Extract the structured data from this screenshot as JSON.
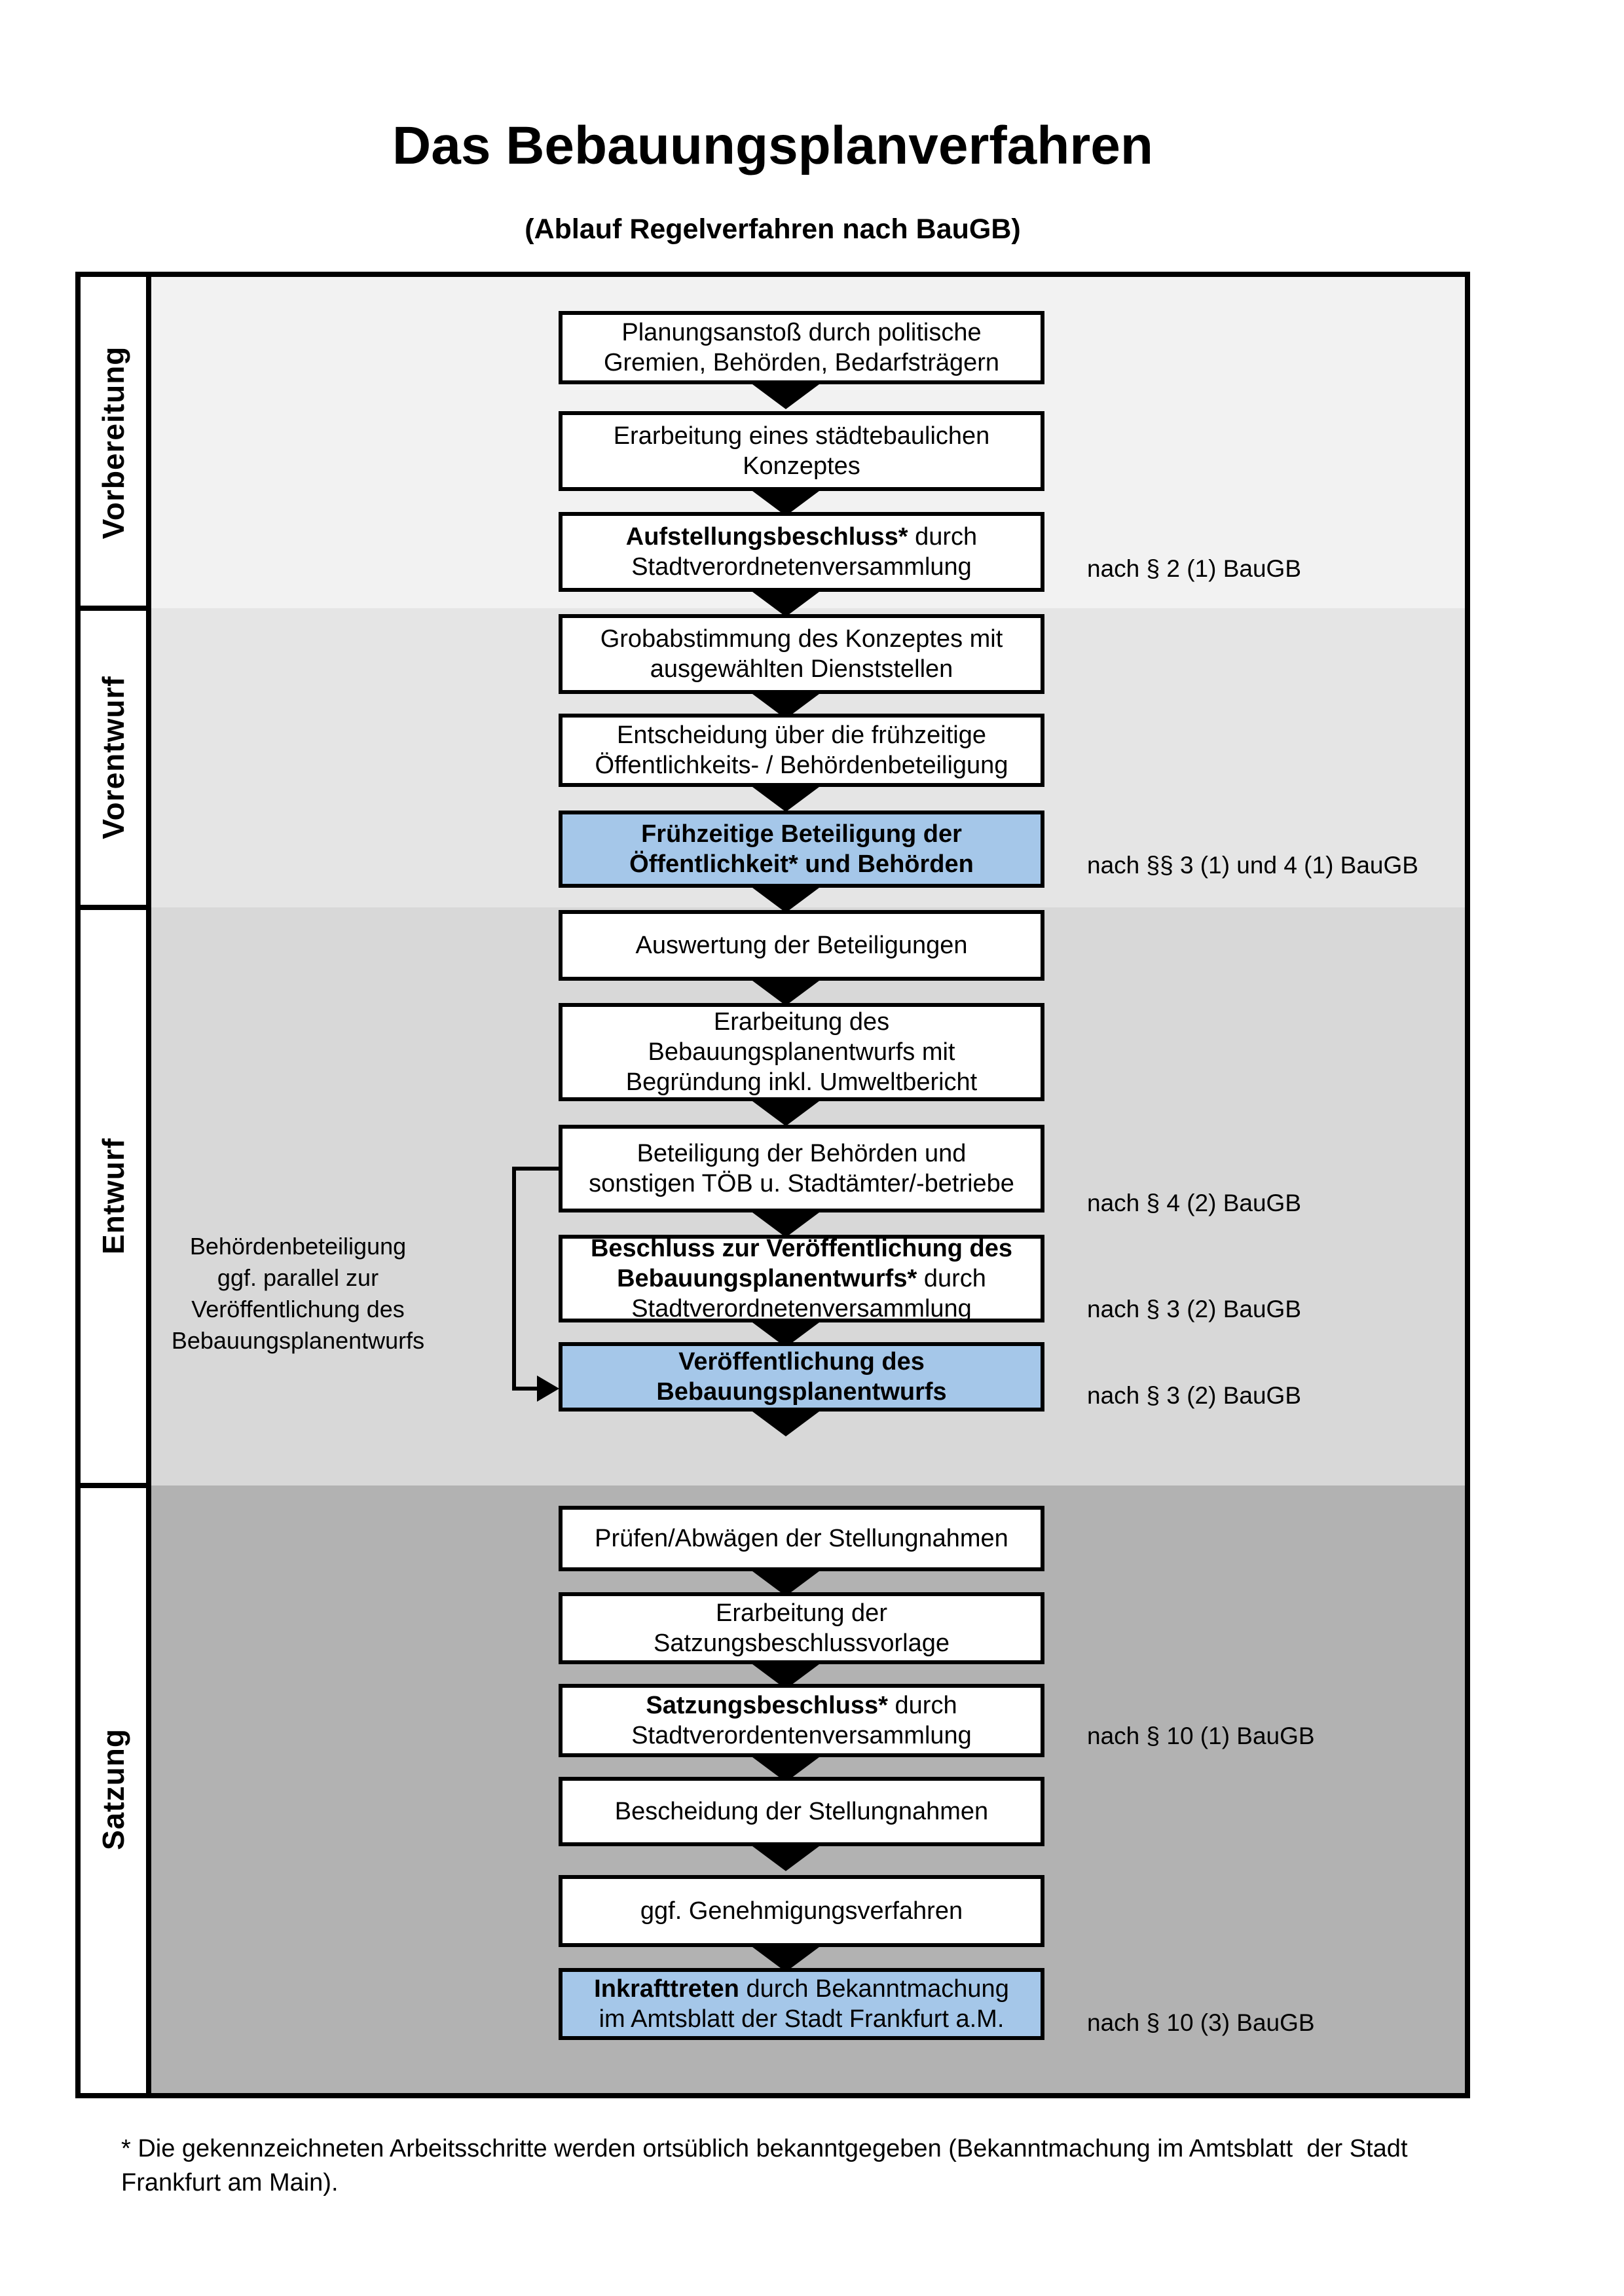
{
  "title": "Das Bebauungsplanverfahren",
  "subtitle": "(Ablauf Regelverfahren nach BauGB)",
  "phases": {
    "p1": "Vorbereitung",
    "p2": "Vorentwurf",
    "p3": "Entwurf",
    "p4": "Satzung"
  },
  "boxes": {
    "b1": {
      "l1": "Planungsanstoß durch politische",
      "l2": "Gremien, Behörden, Bedarfsträgern"
    },
    "b2": {
      "l1": "Erarbeitung eines städtebaulichen",
      "l2": "Konzeptes"
    },
    "b3": {
      "l1b": "Aufstellungsbeschluss*",
      "l1r": " durch",
      "l2": "Stadtverordnetenversammlung"
    },
    "b4": {
      "l1": "Grobabstimmung des Konzeptes mit",
      "l2": "ausgewählten Dienststellen"
    },
    "b5": {
      "l1": "Entscheidung über die frühzeitige",
      "l2": "Öffentlichkeits- / Behördenbeteiligung"
    },
    "b6": {
      "l1": "Frühzeitige Beteiligung der",
      "l2": "Öffentlichkeit* und Behörden"
    },
    "b7": {
      "l1": "Auswertung der Beteiligungen"
    },
    "b8": {
      "l1": "Erarbeitung des",
      "l2": "Bebauungsplanentwurfs mit",
      "l3": "Begründung inkl. Umweltbericht"
    },
    "b9": {
      "l1": "Beteiligung der Behörden und",
      "l2": "sonstigen TÖB u. Stadtämter/-betriebe"
    },
    "b10": {
      "l1b": "Beschluss zur Veröffentlichung des",
      "l2b": "Bebauungsplanentwurfs*",
      "l2r": " durch",
      "l3": "Stadtverordnetenversammlung"
    },
    "b11": {
      "l1": "Veröffentlichung des",
      "l2": "Bebauungsplanentwurfs"
    },
    "b12": {
      "l1": "Prüfen/Abwägen der Stellungnahmen"
    },
    "b13": {
      "l1": "Erarbeitung der",
      "l2": "Satzungsbeschlussvorlage"
    },
    "b14": {
      "l1b": "Satzungsbeschluss*",
      "l1r": " durch",
      "l2": "Stadtverordentenversammlung"
    },
    "b15": {
      "l1": "Bescheidung der Stellungnahmen"
    },
    "b16": {
      "l1": "ggf. Genehmigungsverfahren"
    },
    "b17": {
      "l1b": "Inkrafttreten",
      "l1r": " durch Bekanntmachung",
      "l2": "im Amtsblatt der Stadt Frankfurt a.M."
    }
  },
  "legal_refs": {
    "r1": "nach § 2 (1) BauGB",
    "r2": "nach §§ 3 (1) und 4 (1) BauGB",
    "r3": "nach § 4 (2) BauGB",
    "r4": "nach § 3 (2) BauGB",
    "r5": "nach § 3 (2) BauGB",
    "r6": "nach § 10 (1) BauGB",
    "r7": "nach § 10 (3) BauGB"
  },
  "side_note": {
    "l1": "Behördenbeteiligung",
    "l2": "ggf. parallel zur",
    "l3": "Veröffentlichung des",
    "l4": "Bebauungsplanentwurfs"
  },
  "footnote": "* Die gekennzeichneten Arbeitsschritte werden ortsüblich bekanntgegeben (Bekanntmachung im Amtsblatt  der Stadt\nFrankfurt am Main).",
  "colors": {
    "highlight_box": "#a5c7e9",
    "band_vorbereitung": "#f2f2f2",
    "band_vorentwurf": "#e5e5e5",
    "band_entwurf": "#d8d8d8",
    "band_satzung": "#b2b2b2",
    "box_border": "#000000"
  }
}
